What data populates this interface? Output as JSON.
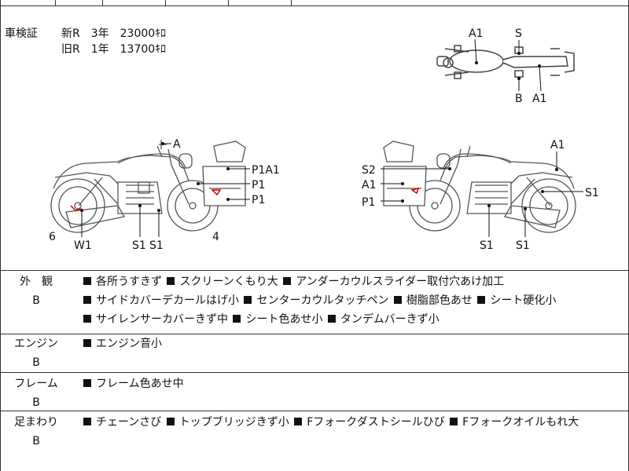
{
  "inspection": {
    "title": "車検証",
    "lines": [
      "新R　3年　23000ｷﾛ",
      "旧R　1年　13700ｷﾛ"
    ]
  },
  "diagram_labels": {
    "top_view": {
      "a1_top": "A1",
      "s_top": "S",
      "b_bottom": "B",
      "a1_bottom": "A1"
    },
    "left_view": {
      "a": "A",
      "p1a1": "P1A1",
      "p1_1": "P1",
      "p1_2": "P1",
      "six": "6",
      "four": "4",
      "w1": "W1",
      "s1_1": "S1",
      "s1_2": "S1"
    },
    "right_view": {
      "a1": "A1",
      "s2": "S2",
      "a1_2": "A1",
      "p1": "P1",
      "s1_right": "S1",
      "s1_1": "S1",
      "s1_2": "S1"
    }
  },
  "sections": [
    {
      "label": "外　観",
      "grade": "B",
      "items": [
        "各所うすきず",
        "スクリーンくもり大",
        "アンダーカウルスライダー取付穴あけ加工",
        "サイドカバーデカールはげ小",
        "センターカウルタッチペン",
        "樹脂部色あせ",
        "シート硬化小",
        "サイレンサーカバーきず中",
        "シート色あせ小",
        "タンデムバーきず小"
      ]
    },
    {
      "label": "エンジン",
      "grade": "B",
      "items": [
        "エンジン音小"
      ]
    },
    {
      "label": "フレーム",
      "grade": "B",
      "items": [
        "フレーム色あせ中"
      ]
    },
    {
      "label": "足まわり",
      "grade": "B",
      "items": [
        "チェーンさび",
        "トップブリッジきず小",
        "Fフォークダストシールひび",
        "Fフォークオイルもれ大"
      ]
    }
  ]
}
